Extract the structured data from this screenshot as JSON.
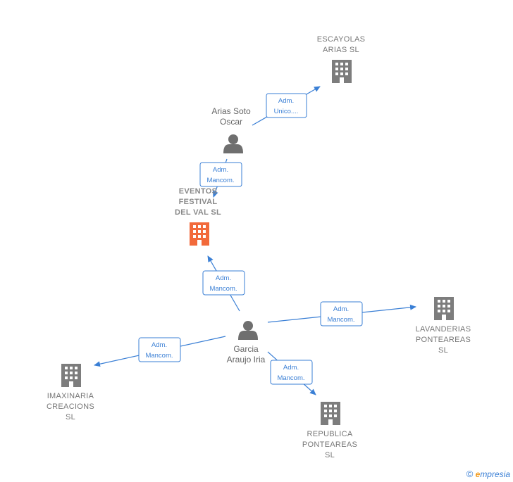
{
  "nodes": {
    "escayolas": {
      "lines": [
        "ESCAYOLAS",
        "ARIAS  SL"
      ],
      "type": "company"
    },
    "eventos": {
      "lines": [
        "EVENTOS",
        "FESTIVAL",
        "DEL VAL  SL"
      ],
      "type": "company-focus"
    },
    "lavanderias": {
      "lines": [
        "LAVANDERIAS",
        "PONTEAREAS",
        "SL"
      ],
      "type": "company"
    },
    "imaxinaria": {
      "lines": [
        "IMAXINARIA",
        "CREACIONS",
        "SL"
      ],
      "type": "company"
    },
    "republica": {
      "lines": [
        "REPUBLICA",
        "PONTEAREAS",
        "SL"
      ],
      "type": "company"
    },
    "arias": {
      "lines": [
        "Arias Soto",
        "Oscar"
      ],
      "type": "person"
    },
    "garcia": {
      "lines": [
        "Garcia",
        "Araujo Iria"
      ],
      "type": "person"
    }
  },
  "edges": [
    {
      "id": "arias-escayolas",
      "lines": [
        "Adm.",
        "Unico...."
      ]
    },
    {
      "id": "arias-eventos",
      "lines": [
        "Adm.",
        "Mancom."
      ]
    },
    {
      "id": "garcia-eventos",
      "lines": [
        "Adm.",
        "Mancom."
      ]
    },
    {
      "id": "garcia-lavanderias",
      "lines": [
        "Adm.",
        "Mancom."
      ]
    },
    {
      "id": "garcia-imaxinaria",
      "lines": [
        "Adm.",
        "Mancom."
      ]
    },
    {
      "id": "garcia-republica",
      "lines": [
        "Adm.",
        "Mancom."
      ]
    }
  ],
  "colors": {
    "edge": "#3a7fd5",
    "company": "#7d7d7d",
    "focus": "#f26a3b",
    "person": "#6f6f6f"
  },
  "brand": {
    "copyright": "©",
    "name_first": "e",
    "name_rest": "mpresia"
  }
}
